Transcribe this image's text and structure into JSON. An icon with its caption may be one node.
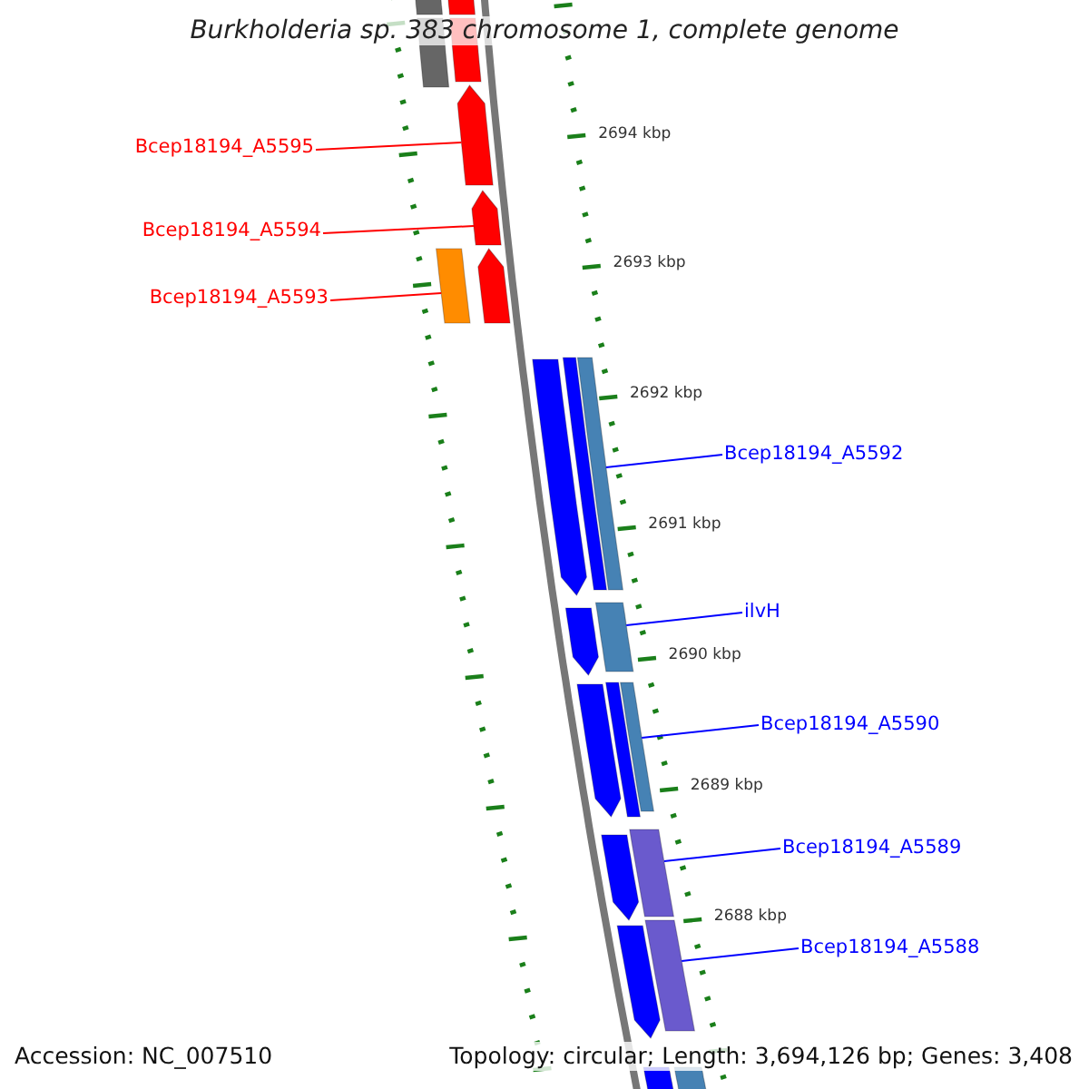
{
  "diagram": {
    "title": "Burkholderia sp. 383 chromosome 1, complete genome",
    "nodes": [
      {
        "text": [
          "Bcep18194_A5595"
        ]
      },
      {
        "text": [],
        "shape": "arrow"
      },
      {
        "text": [
          "Bcep18194_A5594"
        ]
      },
      {
        "text": [],
        "shape": "arrow"
      },
      {
        "text": [
          "Bcep18194_A5593"
        ]
      },
      {
        "text": [],
        "shape": "bar"
      },
      {
        "text": [
          "Bcep18194_A5592"
        ]
      },
      {
        "text": [],
        "shape": "bar"
      },
      {
        "text": [
          "ilvH"
        ]
      },
      {
        "text": [],
        "shape": "bar"
      },
      {
        "text": [
          "Bcep18194_A5590"
        ]
      },
      {
        "text": [],
        "shape": "bar"
      },
      {
        "text": [
          "Bcep18194_A5589"
        ]
      },
      {
        "text": [],
        "shape": "bar"
      },
      {
        "text": [
          "Bcep18194_A5588"
        ]
      },
      {
        "text": [],
        "shape": "bar"
      },
      {
        "text": [],
        "shape": "bar"
      },
      {
        "text": [],
        "shape": "bar"
      },
      {
        "text": [],
        "shape": "bar"
      },
      {
        "text": [],
        "shape": "bar"
      },
      {
        "text": [],
        "shape": "arrow"
      },
      {
        "text": [],
        "shape": "arrow"
      },
      {
        "text": [],
        "shape": "bar"
      },
      {
        "text": [],
        "shape": "arrow"
      },
      {
        "text": [],
        "shape": "arrow"
      },
      {
        "text": [],
        "shape": "bar"
      },
      {
        "text": [],
        "shape": "arrow"
      },
      {
        "text": [],
        "shape": "arrow"
      },
      {
        "text": [],
        "shape": "bar"
      },
      {
        "text": [],
        "shape": "bar"
      }
    ],
    "edges": [
      {
        "from": 0,
        "to": 1,
        "arrow": "none",
        "color": "#ff0000"
      },
      {
        "from": 2,
        "to": 3,
        "arrow": "none",
        "color": "#ff0000"
      },
      {
        "from": 4,
        "to": 5,
        "arrow": "none",
        "color": "#ff0000"
      },
      {
        "from": 6,
        "to": 7,
        "arrow": "none"
      },
      {
        "from": 8,
        "to": 9,
        "arrow": "none"
      },
      {
        "from": 10,
        "to": 11,
        "arrow": "none"
      },
      {
        "from": 12,
        "to": 13,
        "arrow": "none"
      },
      {
        "from": 14,
        "to": 15,
        "arrow": "none"
      }
    ],
    "labels": [
      "2694 kbp",
      "2693 kbp",
      "2692 kbp",
      "2691 kbp",
      "2690 kbp",
      "2689 kbp",
      "2688 kbp",
      "Accession: NC_007510",
      "Topology: circular; Length: 3,694,126 bp; Genes: 3,408"
    ]
  }
}
